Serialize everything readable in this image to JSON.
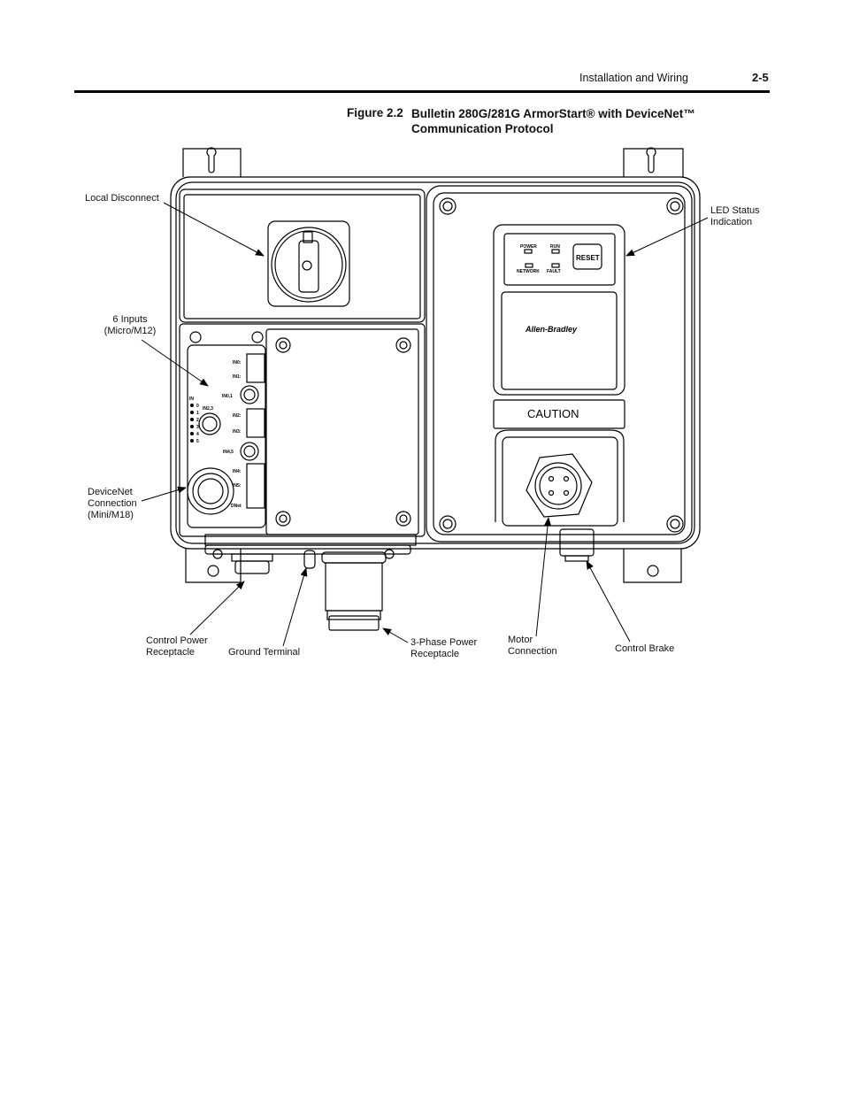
{
  "header": {
    "section_title": "Installation and Wiring",
    "page_number": "2-5"
  },
  "figure": {
    "number": "Figure 2.2",
    "title_line1": "Bulletin 280G/281G ArmorStart® with DeviceNet™",
    "title_line2": "Communication Protocol"
  },
  "callouts": {
    "local_disconnect": "Local Disconnect",
    "six_inputs_l1": "6 Inputs",
    "six_inputs_l2": "(Micro/M12)",
    "devicenet_l1": "DeviceNet",
    "devicenet_l2": "Connection",
    "devicenet_l3": "(Mini/M18)",
    "led_status_l1": "LED Status",
    "led_status_l2": "Indication",
    "control_power_l1": "Control Power",
    "control_power_l2": "Receptacle",
    "ground_terminal": "Ground Terminal",
    "three_phase_l1": "3-Phase Power",
    "three_phase_l2": "Receptacle",
    "motor_l1": "Motor",
    "motor_l2": "Connection",
    "control_brake": "Control Brake"
  },
  "device_markings": {
    "led_power": "POWER",
    "led_run": "RUN",
    "led_network": "NETWORK",
    "led_fault": "FAULT",
    "reset_button": "RESET",
    "brand": "Allen-Bradley",
    "caution": "CAUTION",
    "in01": "IN0:",
    "in1": "IN1:",
    "in01_port": "IN0,1",
    "in2": "IN2:",
    "in3": "IN3:",
    "in23_port": "IN2,3",
    "in45_port": "IN4,5",
    "in4": "IN4:",
    "in5": "IN5:",
    "dnet": "DNet",
    "in_header": "IN",
    "in_list": [
      "0",
      "1",
      "2",
      "3",
      "4",
      "5"
    ]
  }
}
